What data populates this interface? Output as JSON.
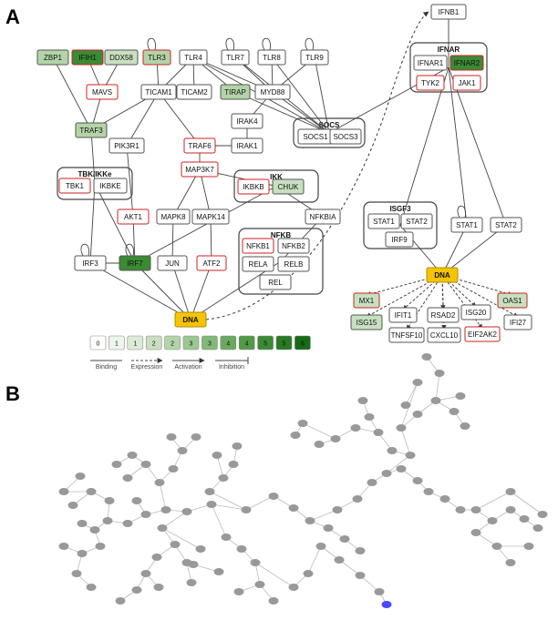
{
  "panels": {
    "a": "A",
    "b": "B"
  },
  "colors": {
    "scale": [
      "#ffffff",
      "#eef5ec",
      "#dcebd7",
      "#c8e0c0",
      "#b3d4a8",
      "#9cc790",
      "#83b977",
      "#6aaa5f",
      "#519a48",
      "#3b8a34",
      "#277b23",
      "#176b16"
    ],
    "highlight_border": "#cc2222",
    "normal_border": "#555555",
    "dna_fill": "#f5c400",
    "net_node": "#999999",
    "net_edge": "#bbbbbb",
    "net_highlight": "#4a4aff"
  },
  "nodes": [
    {
      "id": "zbp1",
      "label": "ZBP1",
      "level": 4
    },
    {
      "id": "ifih1",
      "label": "IFIH1",
      "level": 9,
      "hl": true
    },
    {
      "id": "ddx58",
      "label": "DDX58",
      "level": 3
    },
    {
      "id": "tlr3",
      "label": "TLR3",
      "level": 4,
      "hl": true
    },
    {
      "id": "tlr4",
      "label": "TLR4",
      "level": 0
    },
    {
      "id": "tlr7",
      "label": "TLR7",
      "level": 0
    },
    {
      "id": "tlr8",
      "label": "TLR8",
      "level": 0
    },
    {
      "id": "tlr9",
      "label": "TLR9",
      "level": 0
    },
    {
      "id": "mavs",
      "label": "MAVS",
      "level": 0,
      "hl": true
    },
    {
      "id": "ticam1",
      "label": "TICAM1",
      "level": 0
    },
    {
      "id": "ticam2",
      "label": "TICAM2",
      "level": 0
    },
    {
      "id": "tirap",
      "label": "TIRAP",
      "level": 4
    },
    {
      "id": "myd88",
      "label": "MYD88",
      "level": 0
    },
    {
      "id": "traf3",
      "label": "TRAF3",
      "level": 4
    },
    {
      "id": "irak4",
      "label": "IRAK4",
      "level": 0
    },
    {
      "id": "irak1",
      "label": "IRAK1",
      "level": 0
    },
    {
      "id": "pik3r1",
      "label": "PIK3R1",
      "level": 0
    },
    {
      "id": "traf6",
      "label": "TRAF6",
      "level": 0,
      "hl": true
    },
    {
      "id": "map3k7",
      "label": "MAP3K7",
      "level": 0,
      "hl": true
    },
    {
      "id": "tbk1",
      "label": "TBK1",
      "level": 0,
      "hl": true
    },
    {
      "id": "ikbke",
      "label": "IKBKE",
      "level": 0
    },
    {
      "id": "ikbkb",
      "label": "IKBKB",
      "level": 0,
      "hl": true
    },
    {
      "id": "chuk",
      "label": "CHUK",
      "level": 3
    },
    {
      "id": "akt1",
      "label": "AKT1",
      "level": 0,
      "hl": true
    },
    {
      "id": "map2k",
      "label": "MAPK8",
      "level": 0
    },
    {
      "id": "mapk14",
      "label": "MAPK14",
      "level": 0
    },
    {
      "id": "nfkbia",
      "label": "NFKBIA",
      "level": 0
    },
    {
      "id": "irf3",
      "label": "IRF3",
      "level": 0
    },
    {
      "id": "irf7",
      "label": "IRF7",
      "level": 9
    },
    {
      "id": "jun",
      "label": "JUN",
      "level": 0
    },
    {
      "id": "atf2",
      "label": "ATF2",
      "level": 0,
      "hl": true
    },
    {
      "id": "nfkb1",
      "label": "NFKB1",
      "level": 0,
      "hl": true
    },
    {
      "id": "nfkb2",
      "label": "NFKB2",
      "level": 0
    },
    {
      "id": "rela",
      "label": "RELA",
      "level": 0
    },
    {
      "id": "relb",
      "label": "RELB",
      "level": 0
    },
    {
      "id": "rel",
      "label": "REL",
      "level": 0
    },
    {
      "id": "dna1",
      "label": "DNA",
      "dna": true
    },
    {
      "id": "ifnb1",
      "label": "IFNB1",
      "level": 0
    },
    {
      "id": "ifnar1",
      "label": "IFNAR1",
      "level": 0
    },
    {
      "id": "ifnar2",
      "label": "IFNAR2",
      "level": 9,
      "hl": true
    },
    {
      "id": "tyk2",
      "label": "TYK2",
      "level": 0,
      "hl": true
    },
    {
      "id": "jak1",
      "label": "JAK1",
      "level": 0,
      "hl": true
    },
    {
      "id": "socs1",
      "label": "SOCS1",
      "level": 0
    },
    {
      "id": "socs3",
      "label": "SOCS3",
      "level": 0
    },
    {
      "id": "stat1a",
      "label": "STAT1",
      "level": 0
    },
    {
      "id": "stat2a",
      "label": "STAT2",
      "level": 0
    },
    {
      "id": "irf9",
      "label": "IRF9",
      "level": 0
    },
    {
      "id": "stat1b",
      "label": "STAT1",
      "level": 0
    },
    {
      "id": "stat2b",
      "label": "STAT2",
      "level": 0
    },
    {
      "id": "dna2",
      "label": "DNA",
      "dna": true
    },
    {
      "id": "mx1",
      "label": "MX1",
      "level": 3,
      "hl": true
    },
    {
      "id": "isg15",
      "label": "ISG15",
      "level": 3
    },
    {
      "id": "ifit1",
      "label": "IFIT1",
      "level": 0
    },
    {
      "id": "tnfsf10",
      "label": "TNFSF10",
      "level": 0
    },
    {
      "id": "rsad2",
      "label": "RSAD2",
      "level": 0
    },
    {
      "id": "cxcl10",
      "label": "CXCL10",
      "level": 0
    },
    {
      "id": "isg20",
      "label": "ISG20",
      "level": 0
    },
    {
      "id": "eif2ak2",
      "label": "EIF2AK2",
      "level": 0,
      "hl": true
    },
    {
      "id": "oas1",
      "label": "OAS1",
      "level": 3,
      "hl": true
    },
    {
      "id": "ifi27",
      "label": "IFI27",
      "level": 0
    }
  ],
  "groups": [
    {
      "id": "tbk",
      "label": "TBK/IKKe"
    },
    {
      "id": "ikk",
      "label": "IKK"
    },
    {
      "id": "nfkb",
      "label": "NFKB"
    },
    {
      "id": "socs",
      "label": "SOCS"
    },
    {
      "id": "ifnar",
      "label": "IFNAR"
    },
    {
      "id": "isgf3",
      "label": "ISGF3"
    }
  ],
  "scale_labels": [
    "0",
    "1",
    "1",
    "2",
    "2",
    "3",
    "3",
    "4",
    "4",
    "5",
    "5",
    "6"
  ],
  "legend": [
    "Binding",
    "Expression",
    "Activation",
    "Inhibition"
  ]
}
